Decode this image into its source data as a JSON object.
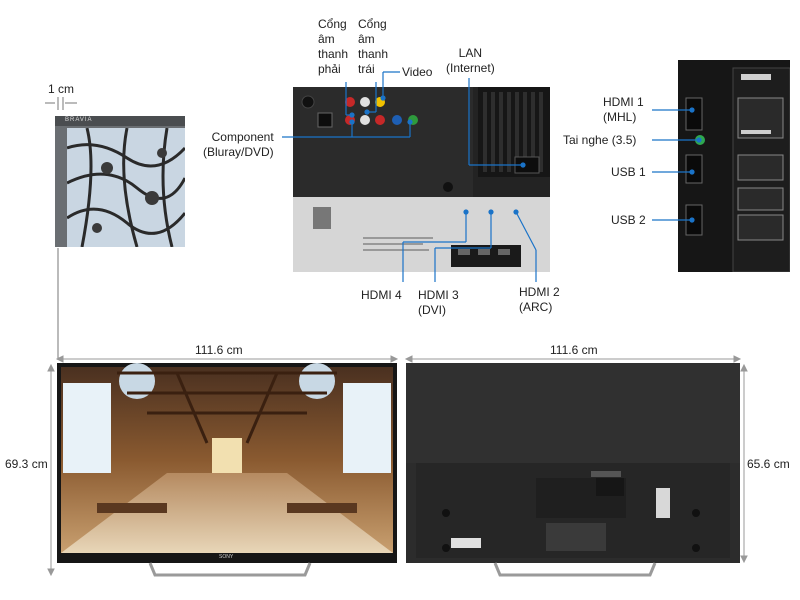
{
  "dimensions": {
    "bezel": "1 cm",
    "front_width": "111.6 cm",
    "front_height": "69.3 cm",
    "back_width": "111.6 cm",
    "back_height": "65.6 cm"
  },
  "back_panel_labels": {
    "audio_right": [
      "Cổng",
      "âm",
      "thanh",
      "phải"
    ],
    "audio_left": [
      "Cổng",
      "âm",
      "thanh",
      "trái"
    ],
    "video": "Video",
    "lan": [
      "LAN",
      "(Internet)"
    ],
    "component": [
      "Component",
      "(Bluray/DVD)"
    ],
    "hdmi4": "HDMI 4",
    "hdmi3": [
      "HDMI 3",
      "(DVI)"
    ],
    "hdmi2": [
      "HDMI 2",
      "(ARC)"
    ]
  },
  "side_panel_labels": {
    "hdmi1": [
      "HDMI 1",
      "(MHL)"
    ],
    "headphone": "Tai nghe (3.5)",
    "usb1": "USB 1",
    "usb2": "USB 2"
  },
  "brand": {
    "bravia": "BRAVIA",
    "sony": "SONY"
  },
  "colors": {
    "callout_line": "#1a73c8",
    "dimension_line": "#999999",
    "tv_body": "#2a2a2a"
  }
}
